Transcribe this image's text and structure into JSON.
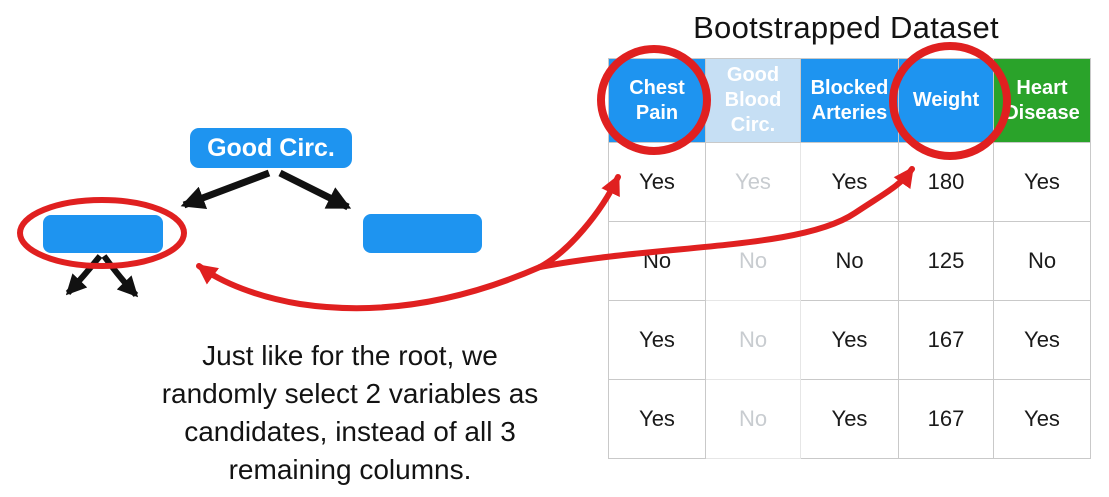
{
  "title": "Bootstrapped Dataset",
  "tree": {
    "root_label": "Good Circ.",
    "left_child_label": "",
    "right_child_label": ""
  },
  "caption": {
    "lines": [
      "Just like for the root, we",
      "randomly select 2 variables as",
      "candidates, instead of all 3",
      "remaining columns."
    ]
  },
  "table": {
    "columns": [
      {
        "label": "Chest Pain",
        "state": "candidate-circled"
      },
      {
        "label": "Good Blood Circ.",
        "state": "used-faded"
      },
      {
        "label": "Blocked Arteries",
        "state": "normal"
      },
      {
        "label": "Weight",
        "state": "candidate-circled"
      },
      {
        "label": "Heart Disease",
        "state": "outcome"
      }
    ],
    "rows": [
      [
        "Yes",
        "Yes",
        "Yes",
        "180",
        "Yes"
      ],
      [
        "No",
        "No",
        "No",
        "125",
        "No"
      ],
      [
        "Yes",
        "No",
        "Yes",
        "167",
        "Yes"
      ],
      [
        "Yes",
        "No",
        "Yes",
        "167",
        "Yes"
      ]
    ]
  },
  "colors": {
    "node_blue": "#1E94F0",
    "header_blue": "#1E94F0",
    "header_blue_faded": "#C6DFF4",
    "header_green": "#2AA32A",
    "highlight_red": "#E02020",
    "alt_row_gray": "#E5E5E5",
    "faded_text_gray": "#C8CCD0",
    "arrow_black": "#111111"
  }
}
